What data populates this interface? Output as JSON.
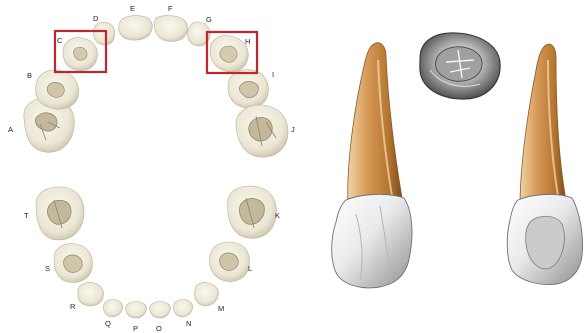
{
  "chart_of_teeth": {
    "upper_labels": [
      "A",
      "B",
      "C",
      "D",
      "E",
      "F",
      "G",
      "H",
      "I",
      "J"
    ],
    "lower_labels": [
      "K",
      "L",
      "M",
      "N",
      "O",
      "P",
      "Q",
      "R",
      "S",
      "T"
    ],
    "highlighted": [
      "C",
      "H"
    ],
    "highlight_color": "#c0262d"
  },
  "colors": {
    "enamel": "#eeeadb",
    "enamel_shadow": "#c9c3ad",
    "root": "#c98c4a",
    "root_dark": "#8f5a25",
    "crown_shadow": "#9fa0a1"
  },
  "views": [
    "occlusal-view",
    "facial-view",
    "lingual-view"
  ]
}
